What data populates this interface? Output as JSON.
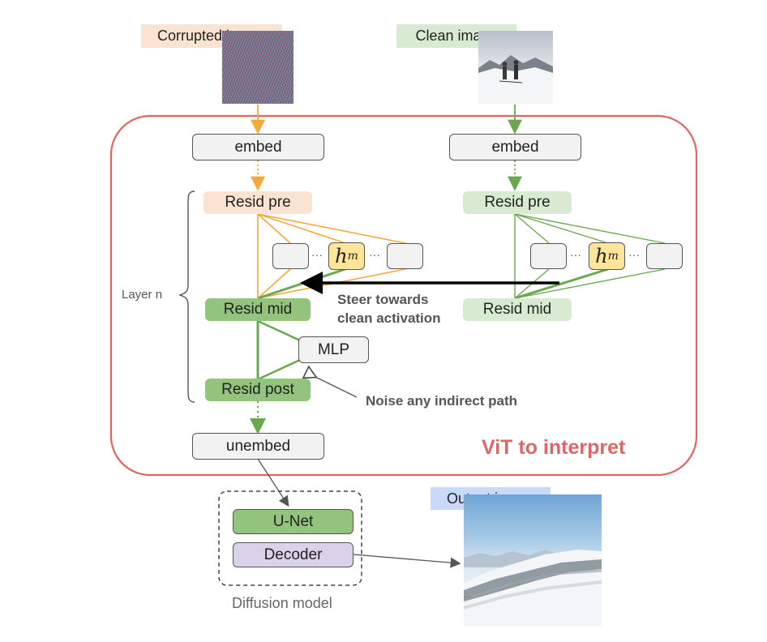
{
  "top_labels": {
    "corrupted": "Corrupted image",
    "clean": "Clean image"
  },
  "embed": "embed",
  "resid_pre": "Resid pre",
  "resid_mid": "Resid mid",
  "resid_post": "Resid post",
  "mlp": "MLP",
  "head_symbol": "h",
  "head_subscript": "m",
  "dots": "···",
  "layer_label": "Layer n",
  "steer_text_line1": "Steer towards",
  "steer_text_line2": "clean activation",
  "noise_text": "Noise any indirect path",
  "vit_title": "ViT to interpret",
  "unembed": "unembed",
  "diffusion": {
    "unet": "U-Net",
    "decoder": "Decoder",
    "caption": "Diffusion model"
  },
  "output_label": "Output image",
  "colors": {
    "orange": "#f4a93c",
    "green": "#6aa84f",
    "red_frame": "#e06666",
    "title_red": "#e06666"
  }
}
